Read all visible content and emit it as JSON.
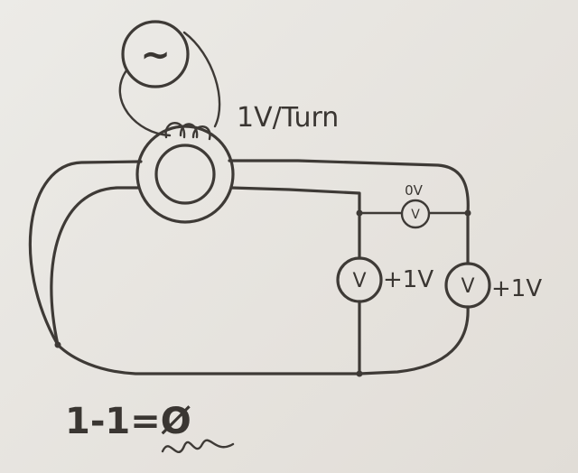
{
  "annotations": {
    "transformer_rating": "1V/Turn",
    "equation": "1-1=Ø"
  },
  "source": {
    "symbol": "∼",
    "icon": "ac-source-icon"
  },
  "voltmeters": [
    {
      "symbol": "V",
      "reading": "0V"
    },
    {
      "symbol": "V",
      "reading": "+1V"
    },
    {
      "symbol": "V",
      "reading": "+1V"
    }
  ]
}
